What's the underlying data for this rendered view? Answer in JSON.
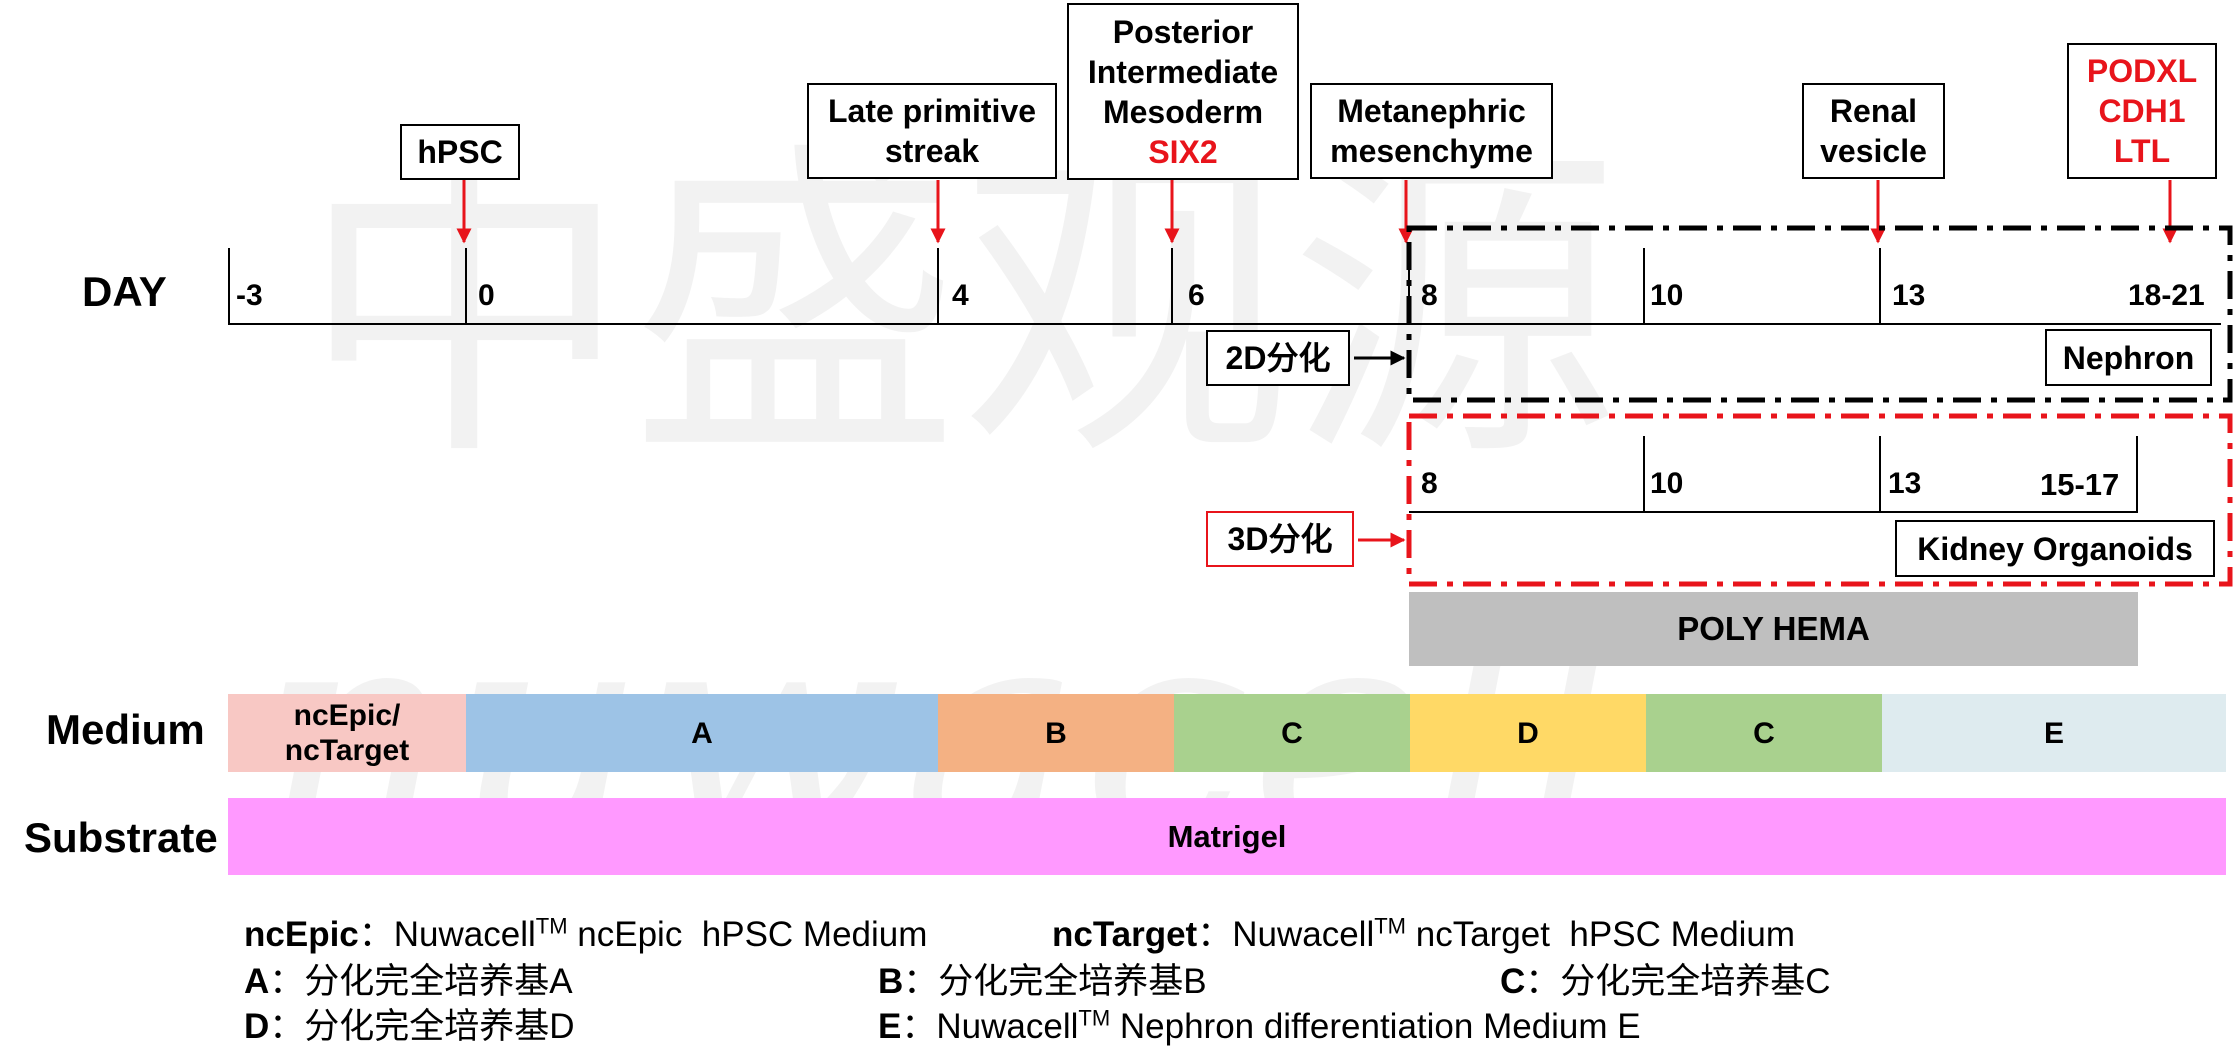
{
  "stages": {
    "hpsc": [
      "hPSC"
    ],
    "late_primitive_streak": [
      "Late primitive",
      "streak"
    ],
    "posterior_intermediate_mesoderm": [
      "Posterior",
      "Intermediate",
      "Mesoderm"
    ],
    "posterior_intermediate_mesoderm_marker": "SIX2",
    "metanephric_mesenchyme": [
      "Metanephric",
      "mesenchyme"
    ],
    "renal_vesicle": [
      "Renal",
      "vesicle"
    ],
    "final_markers": [
      "PODXL",
      "CDH1",
      "LTL"
    ]
  },
  "timeline": {
    "label": "DAY",
    "days": [
      "-3",
      "0",
      "4",
      "6",
      "8",
      "10",
      "13",
      "18-21"
    ]
  },
  "differentiation_2d": {
    "label": "2D分化",
    "outcome": "Nephron"
  },
  "differentiation_3d": {
    "label": "3D分化",
    "days": [
      "8",
      "10",
      "13",
      "15-17"
    ],
    "outcome": "Kidney Organoids"
  },
  "poly_hema": "POLY HEMA",
  "medium": {
    "label": "Medium",
    "segments": [
      {
        "label": [
          "ncEpic/",
          "ncTarget"
        ],
        "color": "#f8c8c4"
      },
      {
        "label": [
          "A"
        ],
        "color": "#9dc3e6"
      },
      {
        "label": [
          "B"
        ],
        "color": "#f4b183"
      },
      {
        "label": [
          "C"
        ],
        "color": "#a9d18e"
      },
      {
        "label": [
          "D"
        ],
        "color": "#ffd966"
      },
      {
        "label": [
          "C"
        ],
        "color": "#a9d18e"
      },
      {
        "label": [
          "E"
        ],
        "color": "#deebef"
      }
    ]
  },
  "substrate": {
    "label": "Substrate",
    "value": "Matrigel",
    "color": "#ff99ff"
  },
  "legend": {
    "ncepic": {
      "key": "ncEpic",
      "sep": "：",
      "pre": "Nuwacell",
      "tm": "TM",
      "post": " ncEpic  hPSC Medium"
    },
    "nctarget": {
      "key": "ncTarget",
      "sep": "：",
      "pre": "Nuwacell",
      "tm": "TM",
      "post": " ncTarget  hPSC Medium"
    },
    "a": {
      "key": "A",
      "sep": "：",
      "text": "分化完全培养基A"
    },
    "b": {
      "key": "B",
      "sep": "：",
      "text": "分化完全培养基B"
    },
    "c": {
      "key": "C",
      "sep": "：",
      "text": "分化完全培养基C"
    },
    "d": {
      "key": "D",
      "sep": "：",
      "text": "分化完全培养基D"
    },
    "e": {
      "key": "E",
      "sep": "：",
      "pre": "Nuwacell",
      "tm": "TM",
      "post": " Nephron differentiation Medium E"
    }
  },
  "watermark": [
    "中盛观源",
    "nuwacell"
  ],
  "colors": {
    "accent_red": "#e8141b",
    "poly_hema": "#bfbfbf"
  }
}
